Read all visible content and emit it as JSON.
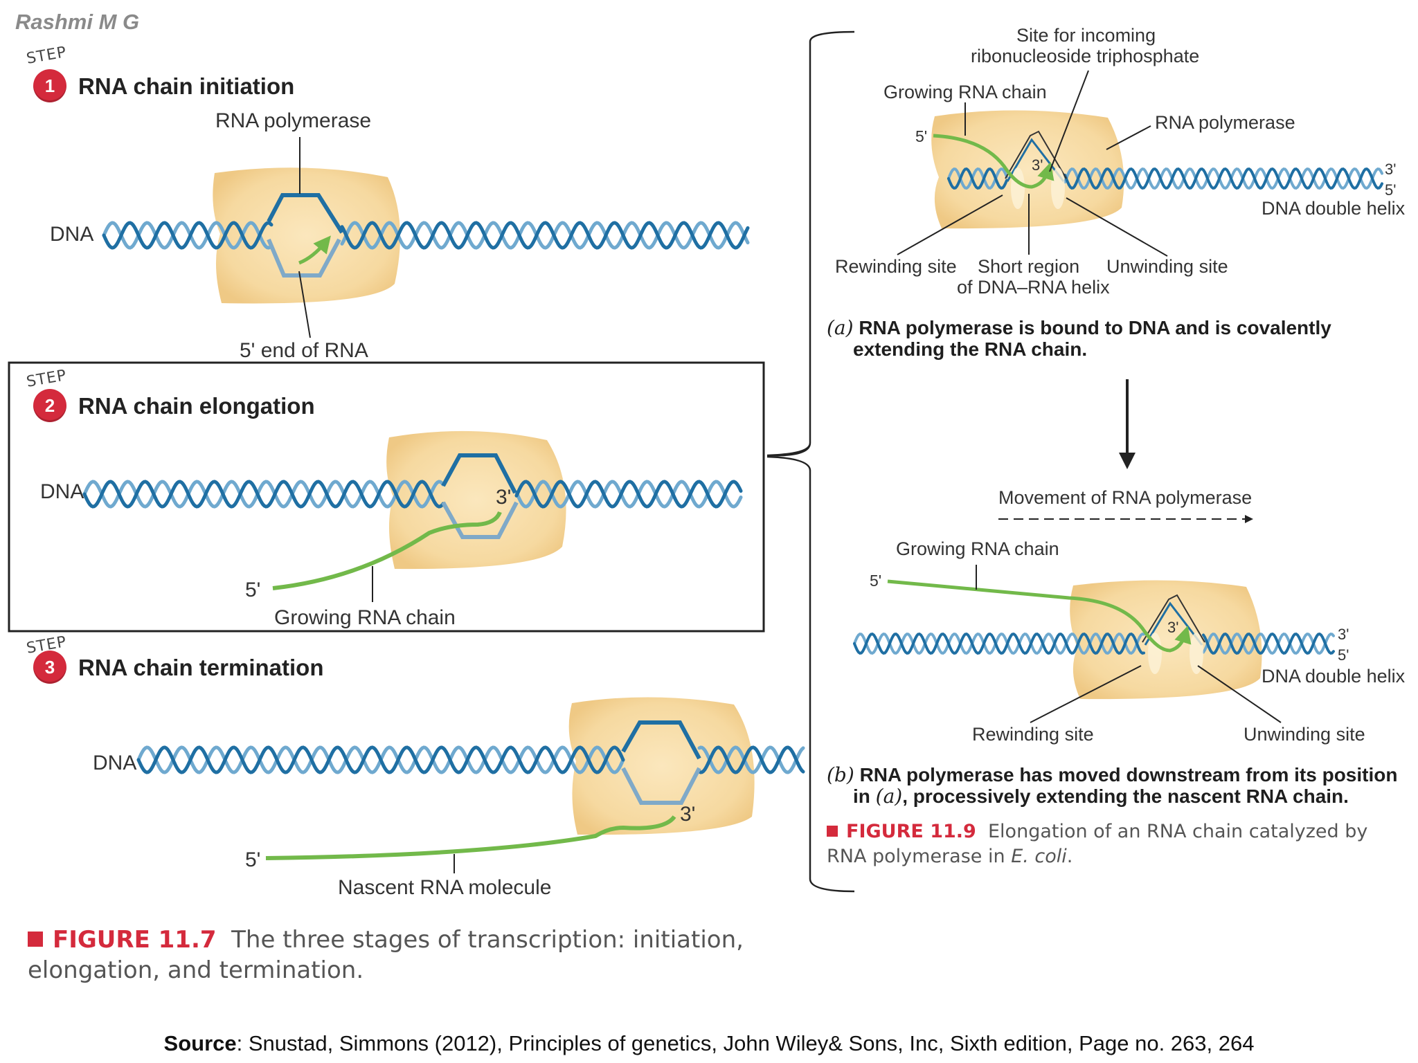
{
  "author": "Rashmi M G",
  "left_figure": {
    "steps": [
      {
        "word": "STEP",
        "number": "1",
        "title": "RNA chain initiation"
      },
      {
        "word": "STEP",
        "number": "2",
        "title": "RNA chain elongation"
      },
      {
        "word": "STEP",
        "number": "3",
        "title": "RNA chain termination"
      }
    ],
    "step1_labels": {
      "polymerase": "RNA polymerase",
      "dna": "DNA",
      "rna_end": "5' end of RNA"
    },
    "step2_labels": {
      "dna": "DNA",
      "three_prime": "3'",
      "five_prime": "5'",
      "growing": "Growing RNA chain"
    },
    "step3_labels": {
      "dna": "DNA",
      "three_prime": "3'",
      "five_prime": "5'",
      "nascent": "Nascent RNA molecule"
    },
    "caption": {
      "label": "FIGURE 11.7",
      "text": "The three stages of transcription: initiation,",
      "text2": "elongation, and termination."
    }
  },
  "right_figure": {
    "panel_a": {
      "site_incoming_1": "Site for incoming",
      "site_incoming_2": "ribonucleoside triphosphate",
      "growing": "Growing RNA chain",
      "polymerase": "RNA polymerase",
      "five_prime": "5'",
      "three_prime": "3'",
      "end_3": "3'",
      "end_5": "5'",
      "helix": "DNA double helix",
      "rewinding": "Rewinding site",
      "short_region_1": "Short region",
      "short_region_2": "of DNA–RNA helix",
      "unwinding": "Unwinding site",
      "caption_letter": "(a)",
      "caption_1": "RNA polymerase is bound to DNA and is covalently",
      "caption_2": "extending the RNA chain."
    },
    "movement": "Movement of RNA polymerase",
    "panel_b": {
      "growing": "Growing RNA chain",
      "five_prime": "5'",
      "three_prime": "3'",
      "end_3": "3'",
      "end_5": "5'",
      "helix": "DNA double helix",
      "rewinding": "Rewinding site",
      "unwinding": "Unwinding site",
      "caption_letter": "(b)",
      "caption_1": "RNA polymerase has moved downstream from its position",
      "caption_2_pre": "in",
      "caption_2_italic": "(a)",
      "caption_2_post": ", processively extending the nascent RNA chain."
    },
    "caption": {
      "label": "FIGURE 11.9",
      "text": "Elongation of an RNA chain catalyzed by",
      "text2_pre": "RNA polymerase in",
      "text2_italic": "E. coli",
      "text2_post": "."
    }
  },
  "source": {
    "label": "Source",
    "text": ": Snustad, Simmons (2012), Principles of genetics, John Wiley& Sons, Inc, Sixth edition, Page no. 263, 264"
  },
  "colors": {
    "blob": "#f6d9a0",
    "dna_dark": "#1f6fa3",
    "dna_light": "#6fa9cf",
    "rna": "#72b94a",
    "badge": "#d42a3c"
  }
}
